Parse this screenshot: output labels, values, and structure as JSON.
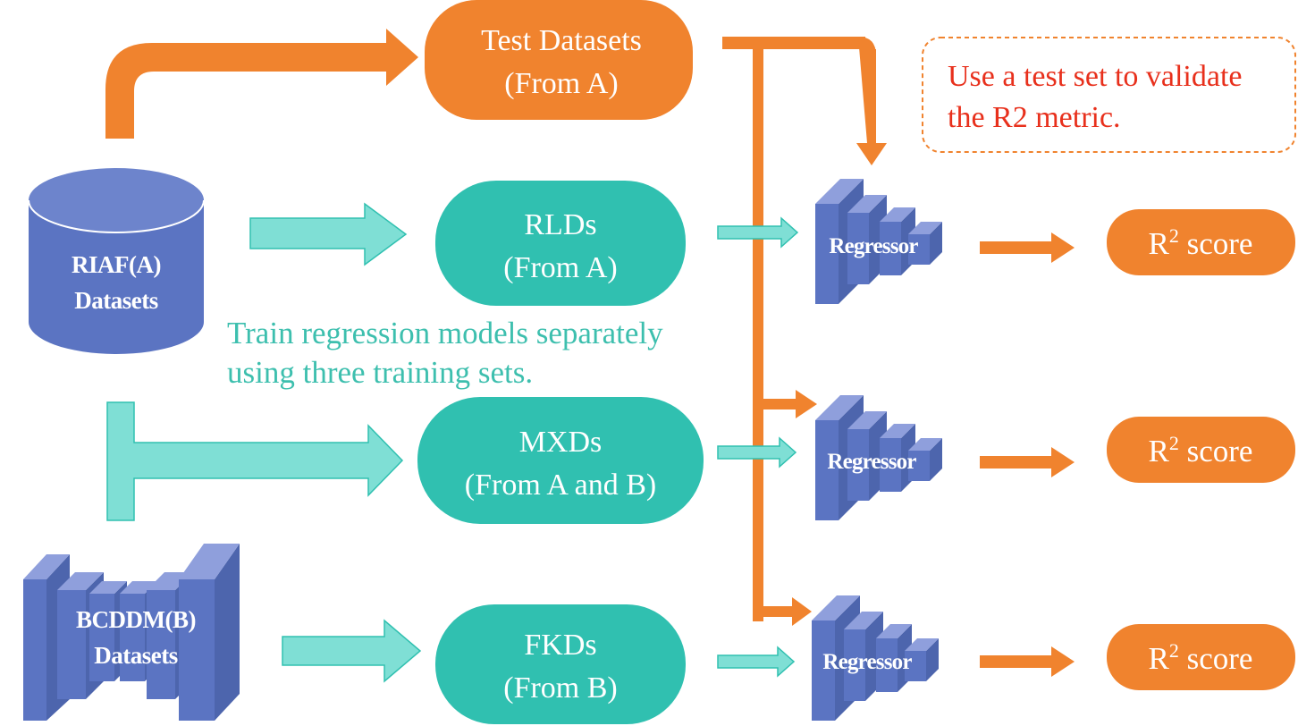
{
  "colors": {
    "orange": "#f0832e",
    "teal": "#30c0b0",
    "teal_light": "#7fdfd5",
    "blue": "#5b74c2",
    "red_text": "#e8301c",
    "teal_text": "#3dbfae"
  },
  "sources": {
    "riaf": {
      "line1": "RIAF(A)",
      "line2": "Datasets",
      "icon": "database-cylinder-icon"
    },
    "bcddm": {
      "line1": "BCDDM(B)",
      "line2": "Datasets",
      "icon": "network-layers-icon"
    }
  },
  "datasets": {
    "test": {
      "line1": "Test Datasets",
      "line2": "(From A)"
    },
    "rld": {
      "line1": "RLDs",
      "line2": "(From A)"
    },
    "mxd": {
      "line1": "MXDs",
      "line2": "(From A and B)"
    },
    "fkd": {
      "line1": "FKDs",
      "line2": "(From B)"
    }
  },
  "regressors": [
    {
      "label": "Regressor",
      "icon": "regressor-layers-icon"
    },
    {
      "label": "Regressor",
      "icon": "regressor-layers-icon"
    },
    {
      "label": "Regressor",
      "icon": "regressor-layers-icon"
    }
  ],
  "scores": [
    {
      "main": "R",
      "sup": "2",
      "rest": " score"
    },
    {
      "main": "R",
      "sup": "2",
      "rest": " score"
    },
    {
      "main": "R",
      "sup": "2",
      "rest": " score"
    }
  ],
  "notes": {
    "train_line1": "Train regression models separately",
    "train_line2": "using three training sets.",
    "validate_line1": "Use a test set to validate",
    "validate_line2": "the R2 metric."
  }
}
